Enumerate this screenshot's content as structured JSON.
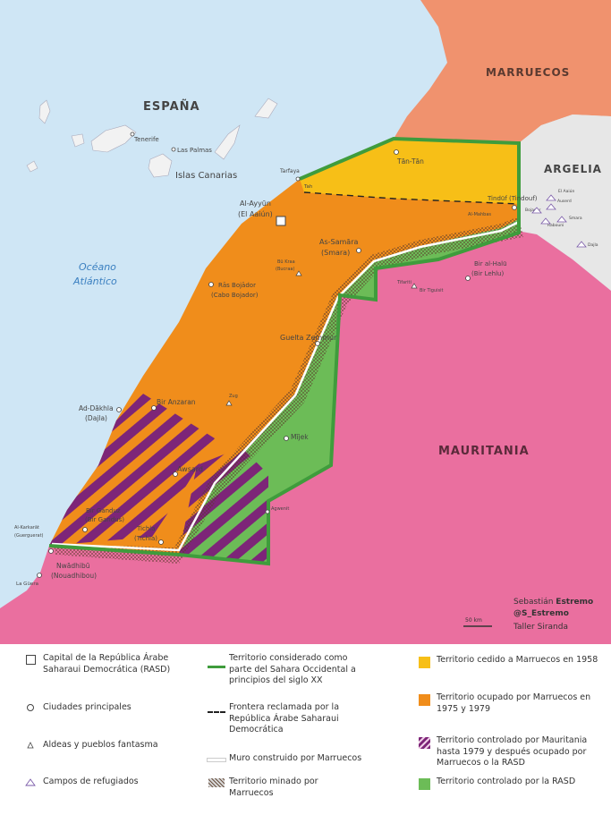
{
  "map": {
    "countries": {
      "spain": "España",
      "morocco": "Marruecos",
      "algeria": "Argelia",
      "mauritania": "Mauritania"
    },
    "ocean": [
      "Océano",
      "Atlántico"
    ],
    "canaries": {
      "group": "Islas Canarias",
      "tenerife": "Tenerife",
      "laspalmas": "Las Palmas"
    },
    "cities": {
      "tantan": "Tān-Tān",
      "tarfaya": "Tarfaya",
      "tah": "Tah",
      "elaaiun": [
        "Al-Ayyūn",
        "(El Aaiún)"
      ],
      "smara": [
        "As-Samāra",
        "(Smara)"
      ],
      "tindouf": "Tindūf (Tindouf)",
      "mahbes": "Al-Mahbas",
      "bojador": [
        "Rās Bojādor",
        "(Cabo Bojador)"
      ],
      "guelta": "Guelta Zemmur",
      "birlehlu": [
        "Bir al-Halū",
        "(Bir Lehlu)"
      ],
      "tifariti": "Tifariti",
      "birtiguisit": "Bir Tiguisit",
      "bulaiba": [
        "Bū Kraa",
        "(Bucraa)"
      ],
      "dakhla": [
        "Ad-Dākhla",
        "(Dajla)"
      ],
      "birenzaran": "Bir Anzaran",
      "mijek": "Mījek",
      "awsard": "Awsard",
      "agwenit": "Agwenit",
      "bircandus": [
        "Bir Ganduz",
        "(Bir Gandus)"
      ],
      "tichla": [
        "Tichla",
        "(Tichla)"
      ],
      "guerguerat": [
        "Al-Karkarāt",
        "(Guerguerat)"
      ],
      "nouadhibou": [
        "Nwādhibū",
        "(Nouadhibou)"
      ],
      "laguera": "La Güera",
      "zug": "Zug"
    },
    "camps": [
      "El Aaiún",
      "Auserd",
      "Smara",
      "Rabouni",
      "Dajla",
      "Bojador"
    ],
    "credit": [
      "Sebastián",
      "Estremo",
      "@S_Estremo",
      "Taller Siranda"
    ],
    "scale": "50 km",
    "colors": {
      "sea": "#cfe6f5",
      "morocco": "#f0926e",
      "algeria": "#e7e7e7",
      "mauritania": "#ea6f9f",
      "ceded1958": "#f7bf17",
      "occupied": "#f08d1b",
      "rasd": "#6cbc57",
      "border": "#3f9c3c",
      "stripe": "#7d2578"
    }
  },
  "legend": {
    "col1": [
      {
        "icon": "square-icon",
        "text": "Capital de la República Árabe Saharaui Democrática (RASD)"
      },
      {
        "icon": "circle-icon",
        "text": "Ciudades principales"
      },
      {
        "icon": "triangle-icon",
        "text": "Aldeas y pueblos fantasma"
      },
      {
        "icon": "tent-icon",
        "text": "Campos de refugiados"
      }
    ],
    "col2": [
      {
        "icon": "green-line-icon",
        "text": "Territorio considerado como parte del Sahara Occidental a principios del siglo XX"
      },
      {
        "icon": "dashed-line-icon",
        "text": "Frontera reclamada por la República Árabe Saharaui Democrática"
      },
      {
        "icon": "white-line-icon",
        "text": "Muro construido por Marruecos"
      },
      {
        "icon": "minefield-icon",
        "text": "Territorio minado por Marruecos"
      }
    ],
    "col3": [
      {
        "icon": "yellow-swatch-icon",
        "text": "Territorio cedido a Marruecos en 1958"
      },
      {
        "icon": "orange-swatch-icon",
        "text": "Territorio ocupado por Marruecos en 1975 y 1979"
      },
      {
        "icon": "stripe-swatch-icon",
        "text": "Territorio controlado por Mauritania hasta 1979 y después ocupado por Marruecos o la RASD"
      },
      {
        "icon": "green-swatch-icon",
        "text": "Territorio controlado por la RASD"
      }
    ]
  }
}
